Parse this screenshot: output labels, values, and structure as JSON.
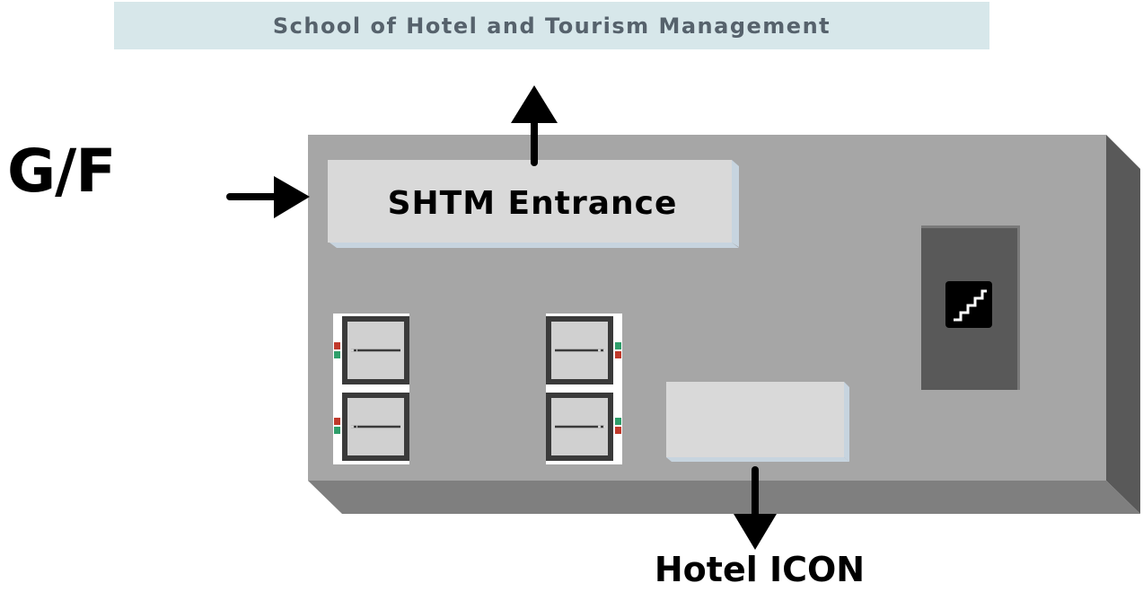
{
  "banner": {
    "title": "School of Hotel and Tourism Management"
  },
  "floor": {
    "label": "G/F"
  },
  "entrance": {
    "label": "SHTM Entrance"
  },
  "exit": {
    "label": "Hotel ICON"
  },
  "icons": [
    "arrow-right-icon",
    "arrow-up-icon",
    "arrow-down-icon",
    "elevator-icon",
    "stairs-icon"
  ],
  "colors": {
    "banner_bg": "#d7e7ea",
    "banner_text": "#56626c",
    "floor_top": "#a6a6a6",
    "floor_front": "#7f7f7f",
    "floor_side": "#595959",
    "room_fill": "#d9d9d9",
    "stair_block": "#595959"
  }
}
